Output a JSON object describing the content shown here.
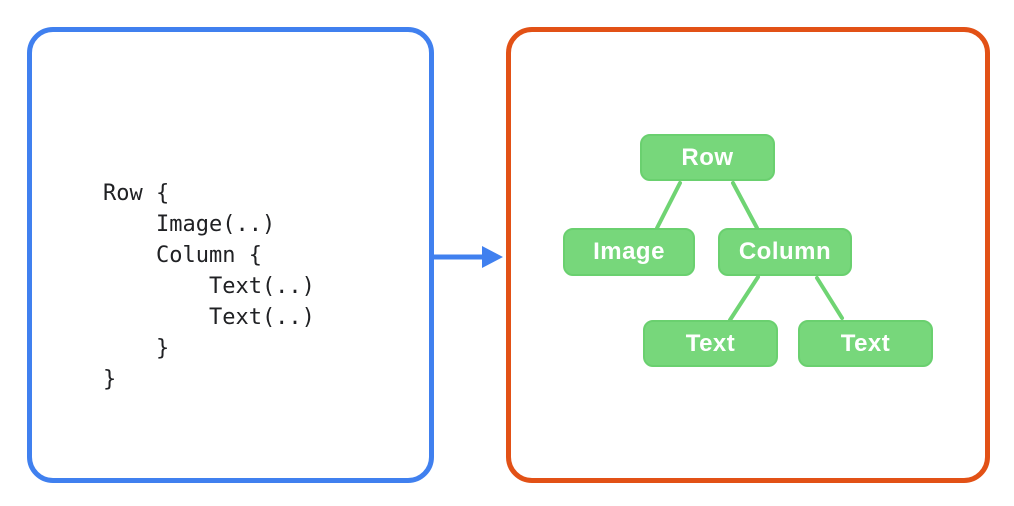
{
  "palette": {
    "blue_border": "#4080ef",
    "orange_border": "#e25116",
    "node_green_fill": "#77d77b",
    "node_green_edge": "#6ad06f",
    "connector_green": "#6fd473",
    "code_text_color": "#202124",
    "node_text_color": "#ffffff"
  },
  "code_panel": {
    "lines": [
      "Row {",
      "    Image(..)",
      "    Column {",
      "        Text(..)",
      "        Text(..)",
      "    }",
      "}"
    ]
  },
  "tree_panel": {
    "nodes": [
      {
        "id": "row",
        "label": "Row"
      },
      {
        "id": "image",
        "label": "Image"
      },
      {
        "id": "column",
        "label": "Column"
      },
      {
        "id": "text1",
        "label": "Text"
      },
      {
        "id": "text2",
        "label": "Text"
      }
    ]
  }
}
